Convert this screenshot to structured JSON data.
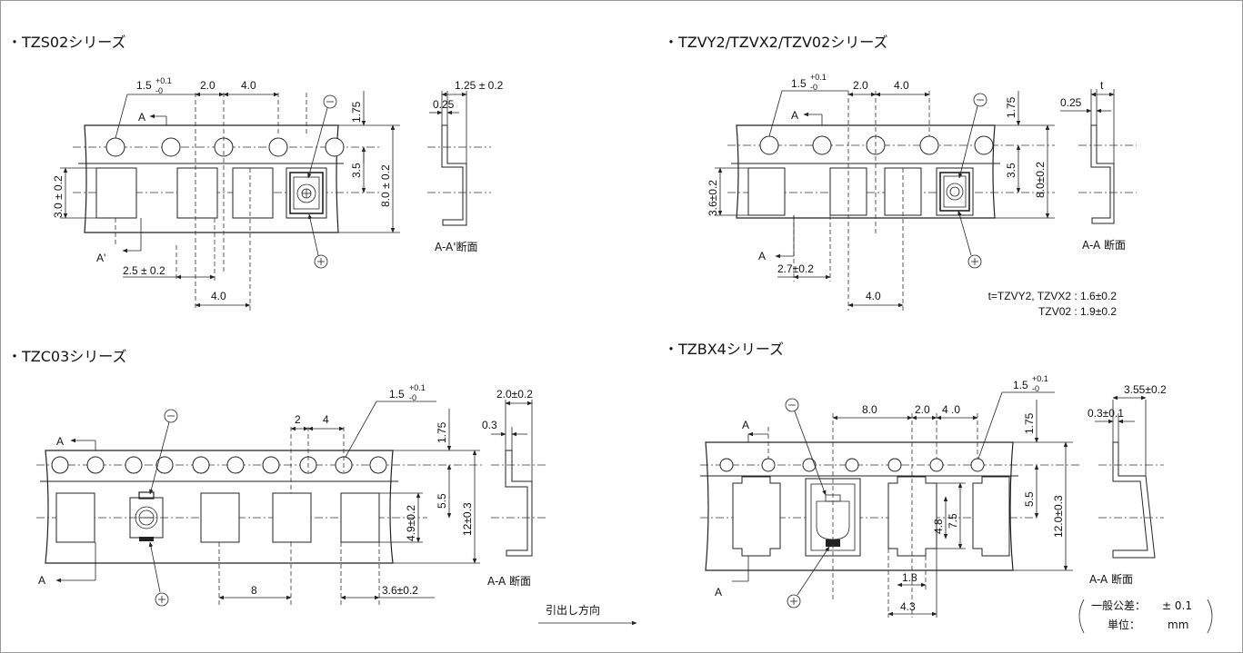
{
  "sections": {
    "tzs02": {
      "title": "・TZS02シリーズ",
      "dims": {
        "hole_dia": "1.5",
        "hole_tol_plus": "+0.1",
        "hole_tol_minus": "-0",
        "pitch_2": "2.0",
        "pitch_4": "4.0",
        "edge": "1.75",
        "width_offset": "3.5",
        "tape_width": "8.0 ± 0.2",
        "pocket_w": "3.0 ± 0.2",
        "pocket_off": "2.5 ± 0.2",
        "pitch_bottom": "4.0",
        "thickness": "1.25 ± 0.2",
        "tape_thk": "0.25"
      },
      "labels": {
        "a": "A",
        "a_prime": "A'",
        "minus": "−",
        "plus": "+"
      },
      "section_caption": "A-A'断面"
    },
    "tzvy2": {
      "title": "・TZVY2/TZVX2/TZV02シリーズ",
      "dims": {
        "hole_dia": "1.5",
        "hole_tol_plus": "+0.1",
        "hole_tol_minus": "-0",
        "pitch_2": "2.0",
        "pitch_4": "4.0",
        "edge": "1.75",
        "width_offset": "3.5",
        "tape_width": "8.0±0.2",
        "pocket_w": "3.6±0.2",
        "pocket_off": "2.7±0.2",
        "pitch_bottom": "4.0",
        "thickness": "t",
        "tape_thk": "0.25"
      },
      "labels": {
        "a": "A",
        "minus": "−",
        "plus": "+"
      },
      "section_caption": "A-A 断面",
      "note_line1": "t=TZVY2, TZVX2 : 1.6±0.2",
      "note_line2": "TZV02 : 1.9±0.2"
    },
    "tzc03": {
      "title": "・TZC03シリーズ",
      "dims": {
        "hole_dia": "1.5",
        "hole_tol_plus": "+0.1",
        "hole_tol_minus": "-0",
        "pitch_2": "2",
        "pitch_4": "4",
        "edge": "1.75",
        "width_offset": "5.5",
        "pocket_h": "4.9±0.2",
        "tape_width": "12±0.3",
        "pitch_bottom": "8",
        "pocket_w": "3.6±0.2",
        "thickness": "2.0±0.2",
        "tape_thk": "0.3"
      },
      "labels": {
        "a": "A",
        "minus": "−",
        "plus": "+"
      },
      "section_caption": "A-A 断面"
    },
    "tzbx4": {
      "title": "・TZBX4シリーズ",
      "dims": {
        "hole_dia": "1.5",
        "hole_tol_plus": "+0.1",
        "hole_tol_minus": "-0",
        "pitch_8": "8.0",
        "pitch_2": "2.0",
        "pitch_4": "4 .0",
        "edge": "1.75",
        "width_offset": "5.5",
        "tape_width": "12.0±0.3",
        "pocket_h1": "4.8",
        "pocket_h2": "7.5",
        "pocket_w1": "1.8",
        "pocket_w2": "4.3",
        "thickness": "3.55±0.2",
        "tape_thk": "0.3±0.1"
      },
      "labels": {
        "a": "A",
        "minus": "−",
        "plus": "+"
      },
      "section_caption": "A-A 断面"
    }
  },
  "pull_direction": "引出し方向",
  "tolerance_note": {
    "general_label": "一般公差：",
    "general_value": "± 0.1",
    "unit_label": "単位：",
    "unit_value": "mm"
  }
}
